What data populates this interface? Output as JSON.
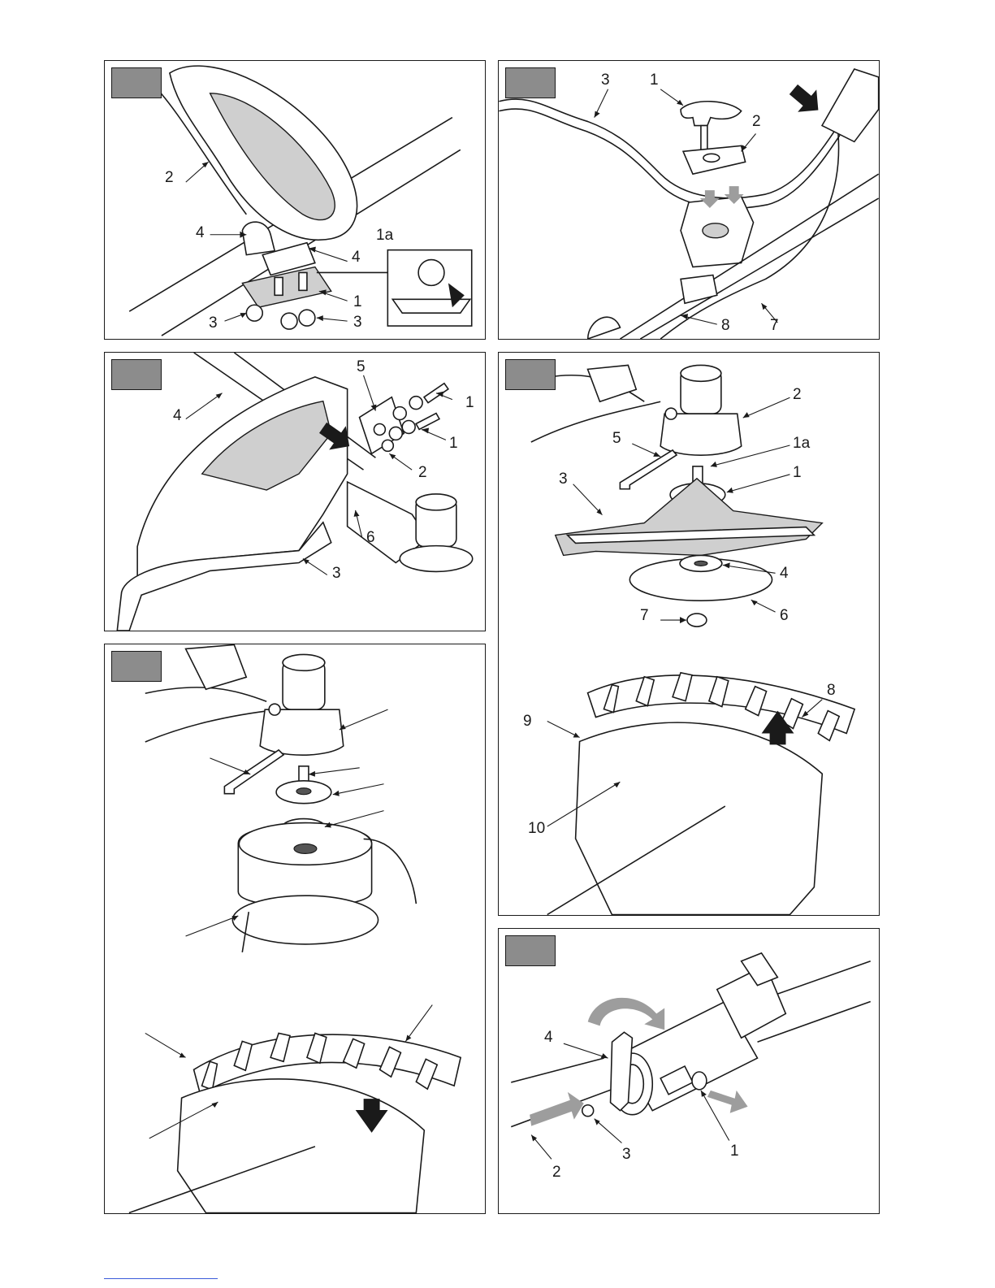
{
  "panels": [
    {
      "id": "p1",
      "labels": [
        "2",
        "4",
        "4",
        "1a",
        "1",
        "3",
        "3"
      ]
    },
    {
      "id": "p2",
      "labels": [
        "3",
        "1",
        "2",
        "8",
        "7"
      ]
    },
    {
      "id": "p3",
      "labels": [
        "5",
        "1",
        "4",
        "1",
        "2",
        "6",
        "3"
      ]
    },
    {
      "id": "p4",
      "labels": [
        "2",
        "5",
        "1a",
        "3",
        "1",
        "4",
        "7",
        "6",
        "8",
        "9",
        "10"
      ]
    },
    {
      "id": "p5",
      "labels": []
    },
    {
      "id": "p6",
      "labels": [
        "4",
        "3",
        "1",
        "2"
      ]
    }
  ],
  "colors": {
    "tag_fill": "#8c8c8c",
    "line": "#1a1a1a",
    "arrow_grey": "#9d9d9d",
    "link": "#3a5bd9"
  }
}
